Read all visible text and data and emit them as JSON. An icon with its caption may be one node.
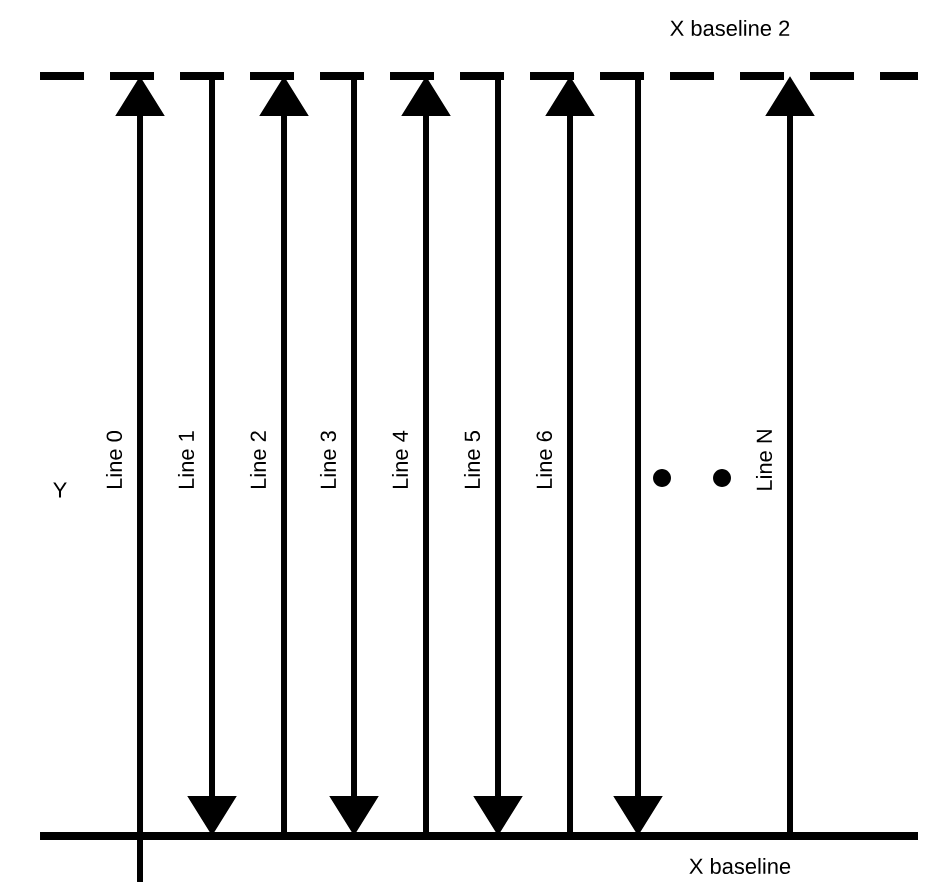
{
  "diagram": {
    "nodes": [
      {
        "text": [
          "X baseline 2"
        ]
      },
      {
        "text": [
          "X baseline"
        ]
      }
    ],
    "edges": [
      {
        "from": 1,
        "to": 0,
        "arrow": "to",
        "label": "Line 0"
      },
      {
        "from": 0,
        "to": 1,
        "arrow": "to",
        "label": "Line 1"
      },
      {
        "from": 1,
        "to": 0,
        "arrow": "to",
        "label": "Line 2"
      },
      {
        "from": 0,
        "to": 1,
        "arrow": "to",
        "label": "Line 3"
      },
      {
        "from": 1,
        "to": 0,
        "arrow": "to",
        "label": "Line 4"
      },
      {
        "from": 0,
        "to": 1,
        "arrow": "to",
        "label": "Line 5"
      },
      {
        "from": 1,
        "to": 0,
        "arrow": "to",
        "label": "Line 6"
      },
      {
        "from": 0,
        "to": 1,
        "arrow": "to"
      },
      {
        "from": 1,
        "to": 0,
        "arrow": "to",
        "label": "Line N"
      }
    ],
    "labels": [
      "Y"
    ]
  }
}
